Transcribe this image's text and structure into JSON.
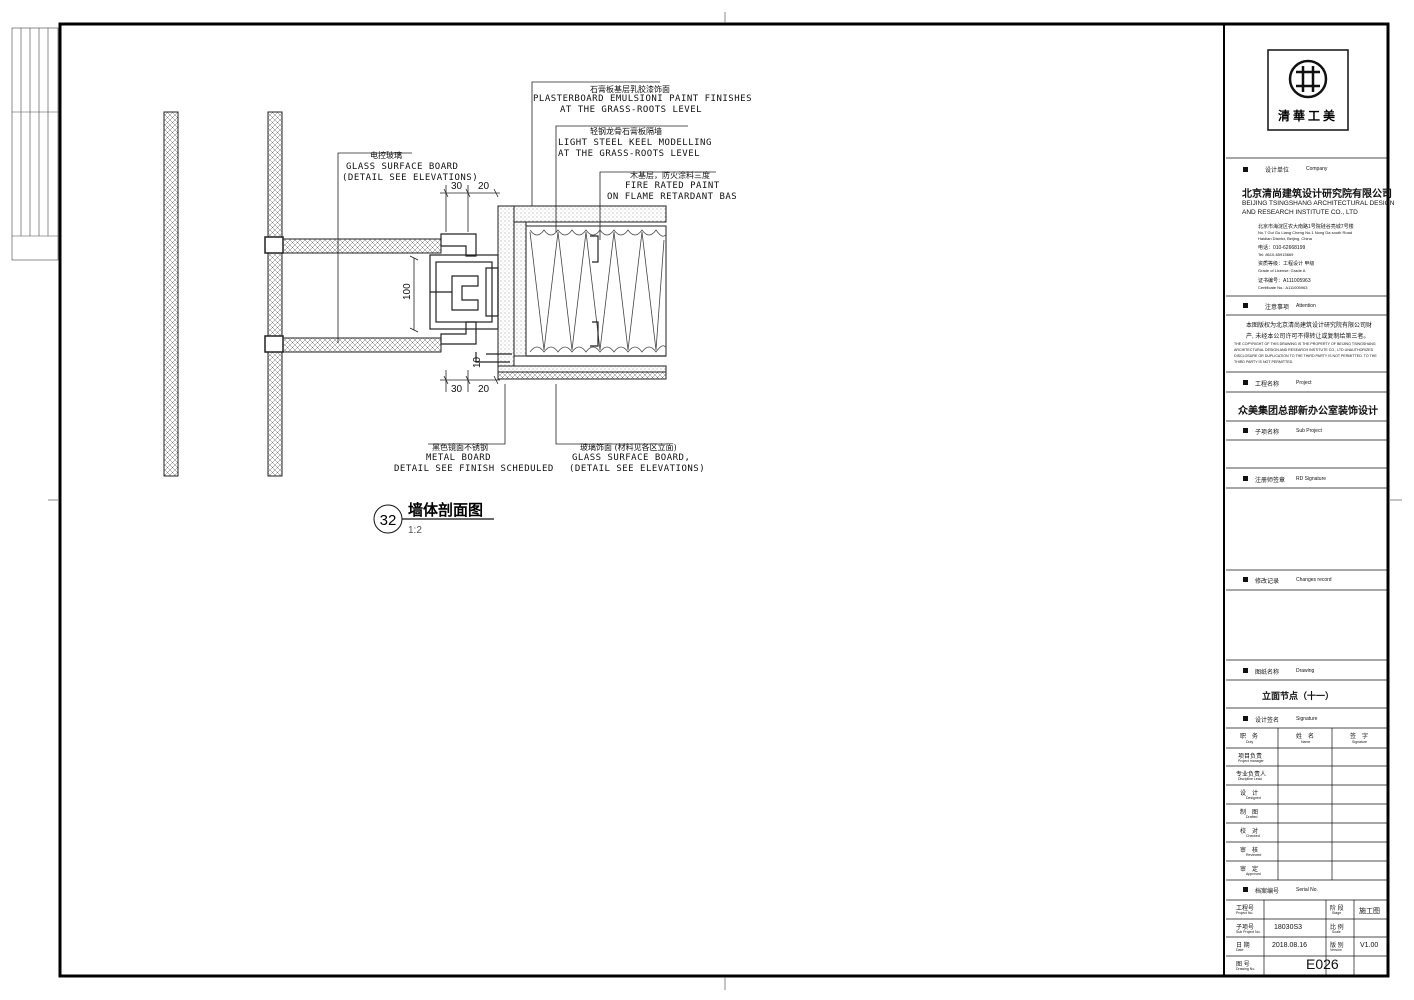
{
  "drawing": {
    "callouts": {
      "plaster_cn": "石膏板基层乳胶漆饰面",
      "plaster_en1": "PLASTERBOARD EMULSIONI PAINT FINISHES",
      "plaster_en2": "AT THE GRASS-ROOTS LEVEL",
      "keel_cn": "轻钢龙骨石膏板隔墙",
      "keel_en1": "LIGHT STEEL KEEL MODELLING",
      "keel_en2": "AT THE GRASS-ROOTS LEVEL",
      "fire_cn": "木基层，防火涂料三度",
      "fire_en1": "FIRE RATED PAINT",
      "fire_en2": "ON FLAME RETARDANT BAS",
      "glass_cn": "电控玻璃",
      "glass_en1": "GLASS SURFACE BOARD",
      "glass_en2": "(DETAIL SEE ELEVATIONS)",
      "metal_cn": "黑色镜面不锈钢",
      "metal_en1": "METAL BOARD",
      "metal_en2": "DETAIL SEE FINISH SCHEDULED",
      "glass2_cn": "玻璃饰面 (材料见各区立面)",
      "glass2_en1": "GLASS SURFACE BOARD,",
      "glass2_en2": "(DETAIL SEE ELEVATIONS)"
    },
    "dimensions": {
      "d30_top": "30",
      "d20_top": "20",
      "d100": "100",
      "d10": "10",
      "d30_bot": "30",
      "d20_bot": "20"
    },
    "detail_number": "32",
    "detail_title": "墙体剖面图",
    "detail_scale": "1:2"
  },
  "title_block": {
    "logo_text": "清華工美",
    "company_label_cn": "设计单位",
    "company_label_en": "Company",
    "company_name_cn": "北京清尚建筑设计研究院有限公司",
    "company_name_en1": "BEIJING TSINGSHANG ARCHITECTURAL DESIGN",
    "company_name_en2": "AND RESEARCH INSTITUTE CO., LTD",
    "address_cn": "北京市海淀区农大南路1号院硅谷亮城7号楼",
    "address_en1": "No.7 Gui Gu Liang Cheng No.1 Nong Da south Road",
    "address_en2": "Haidian District, Beijing, China",
    "phone": "电话：010-62668199",
    "fax": "Tel: 8610-65915669",
    "grade_cn": "资质等级：工程设计 甲级",
    "grade_en": "Grade of License: Grade A",
    "cert_cn": "证书编号：A111005963",
    "cert_en": "Certificate No.: A111005963",
    "attention_cn": "注意事项",
    "attention_en": "Attention",
    "notice_cn1": "本图版权为北京清尚建筑设计研究院有限公司财",
    "notice_cn2": "产, 未经本公司许可不得转让或复制给第三者。",
    "notice_en1": "THE COPYRIGHT OF THIS DRAWING IS THE PROPERTY OF BEIJING TSINGSHANG",
    "notice_en2": "ARCHITECTURAL DESIGN AND RESEARCH INSTITUTE CO., LTD UNAUTHORIZED",
    "notice_en3": "DISCLOSURE OR DUPLICATION TO THE THIRD PARTY IS NOT PERMITTED. TO THE",
    "notice_en4": "THIRD PARTY IS NOT PERMITTED.",
    "project_label_cn": "工程名称",
    "project_label_en": "Project",
    "project_name": "众美集团总部新办公室装饰设计",
    "subproject_label_cn": "子项名称",
    "subproject_label_en": "Sub Project",
    "rd_label_cn": "注册师签章",
    "rd_label_en": "RD Signature",
    "changes_label_cn": "修改记录",
    "changes_label_en": "Changes record",
    "drawing_label_cn": "图纸名称",
    "drawing_label_en": "Drawing",
    "drawing_name": "立面节点（十一）",
    "signature_label_cn": "设计签名",
    "signature_label_en": "Signature",
    "sig_head": [
      {
        "cn": "职　务",
        "en": "Duty"
      },
      {
        "cn": "姓　名",
        "en": "Name"
      },
      {
        "cn": "签　字",
        "en": "Signature"
      }
    ],
    "sig_rows": [
      {
        "cn": "项目负责",
        "en": "Project manager"
      },
      {
        "cn": "专业负责人",
        "en": "Discipline Lead"
      },
      {
        "cn": "设　计",
        "en": "Designed"
      },
      {
        "cn": "制　图",
        "en": "Drafted"
      },
      {
        "cn": "校　对",
        "en": "Checked"
      },
      {
        "cn": "审　核",
        "en": "Reviewed"
      },
      {
        "cn": "审　定",
        "en": "Approved"
      }
    ],
    "serial_label_cn": "档案编号",
    "serial_label_en": "Serial No.",
    "project_no_cn": "工程号",
    "project_no_en": "Project No.",
    "stage_cn": "阶 段",
    "stage_en": "Stage",
    "stage_value": "施工图",
    "subproject_no_cn": "子项号",
    "subproject_no_en": "Sub Project No.",
    "subproject_no_value": "18030S3",
    "scale_cn": "比 例",
    "scale_en": "Scale",
    "date_cn": "日 期",
    "date_en": "Date",
    "date_value": "2018.08.16",
    "version_cn": "版 别",
    "version_en": "Version",
    "version_value": "V1.00",
    "drawing_no_cn": "图 号",
    "drawing_no_en": "Drawing No.",
    "drawing_no_value": "E026"
  }
}
